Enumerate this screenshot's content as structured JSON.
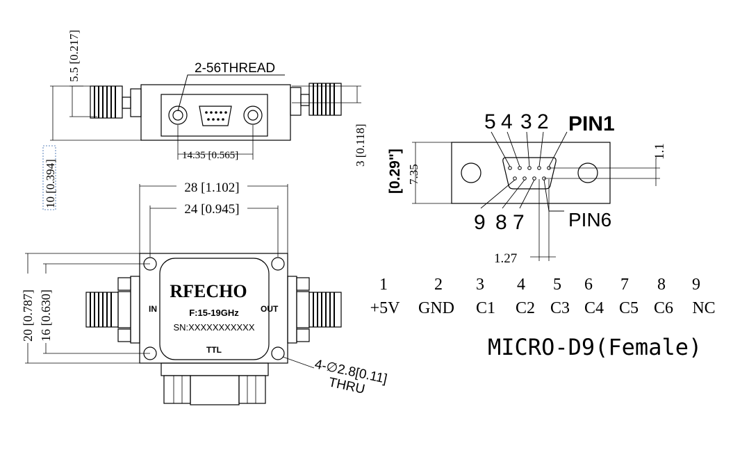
{
  "top_view": {
    "thread_label": "2-56THREAD",
    "dim_height": "5.5 [0.217]",
    "dim_body": "10 [0.394]",
    "dim_conn_spacing": "14.35 [0.565]",
    "dim_conn_offset": "3 [0.118]"
  },
  "front_view": {
    "dim_width_outer": "28 [1.102]",
    "dim_width_inner": "24 [0.945]",
    "dim_height_outer": "20 [0.787]",
    "dim_height_inner": "16 [0.630]",
    "brand": "RFECHO",
    "freq": "F:15-19GHz",
    "serial": "SN:XXXXXXXXXXX",
    "port_in": "IN",
    "port_out": "OUT",
    "port_ttl": "TTL",
    "holes_label_1": "4-∅2.8[0.11]",
    "holes_label_2": "THRU"
  },
  "connector_view": {
    "pin_top_numbers": [
      "5",
      "4",
      "3",
      "2"
    ],
    "pin1_label": "PIN1",
    "pin_bottom_numbers": [
      "9",
      "8",
      "7"
    ],
    "pin6_label": "PIN6",
    "dim_height_in": "[0.29\"]",
    "dim_height_mm": "7.35",
    "dim_pitch_v": "1.1",
    "dim_pitch_h": "1.27"
  },
  "pinout": {
    "pins": [
      {
        "num": "1",
        "sig": "+5V"
      },
      {
        "num": "2",
        "sig": "GND"
      },
      {
        "num": "3",
        "sig": "C1"
      },
      {
        "num": "4",
        "sig": "C2"
      },
      {
        "num": "5",
        "sig": "C3"
      },
      {
        "num": "6",
        "sig": "C4"
      },
      {
        "num": "7",
        "sig": "C5"
      },
      {
        "num": "8",
        "sig": "C6"
      },
      {
        "num": "9",
        "sig": "NC"
      }
    ],
    "connector_name": "MICRO-D9(Female)"
  }
}
